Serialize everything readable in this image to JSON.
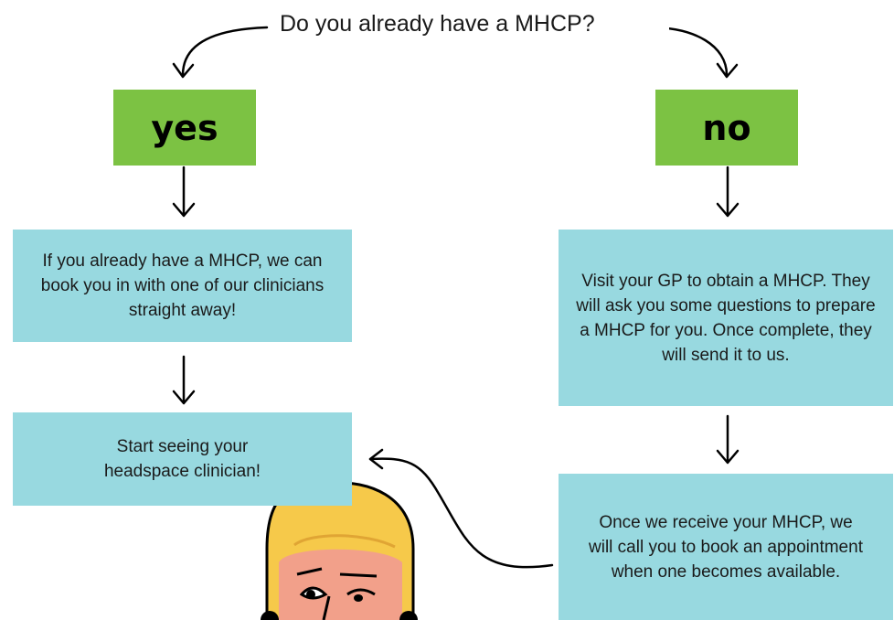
{
  "question": "Do you already have a MHCP?",
  "answers": {
    "yes": "yes",
    "no": "no"
  },
  "yes_branch": {
    "step1": "If you already have a MHCP, we can book you in with one of our clinicians straight away!",
    "step2": "Start seeing your headspace clinician!"
  },
  "no_branch": {
    "step1": "Visit your GP to obtain a MHCP. They will ask you some questions to prepare a MHCP for you. Once complete, they will send it to us.",
    "step2": "Once we receive your MHCP, we will call you to book an appointment when one becomes available."
  },
  "colors": {
    "answer_fill": "#7cc243",
    "box_fill": "#98d9e0",
    "illustration_hair": "#f6c94a",
    "illustration_skin": "#f2a08a"
  },
  "illustration": "girl-with-blonde-hair"
}
